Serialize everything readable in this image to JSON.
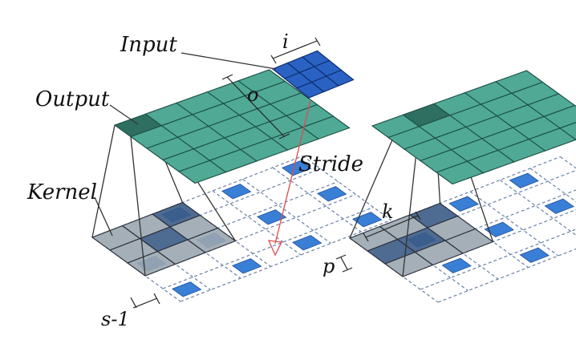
{
  "labels": {
    "input": "Input",
    "output": "Output",
    "kernel": "Kernel",
    "stride": "Stride",
    "i": "i",
    "o": "o",
    "k": "k",
    "p": "p",
    "s_minus_1": "s-1"
  },
  "colors": {
    "input_fill": "#2a62c4",
    "input_stroke": "#0e2f6e",
    "output_fill": "#4fa995",
    "output_dark": "#2e6f61",
    "output_stroke": "#1d4f45",
    "kernel_fill": "#9aa6b0",
    "kernel_dark": "#3b5b86",
    "dot_fill": "#3a7fd6",
    "grid_dash": "#6a82a6",
    "stride_arrow": "#e04a4a",
    "line": "#333333"
  }
}
